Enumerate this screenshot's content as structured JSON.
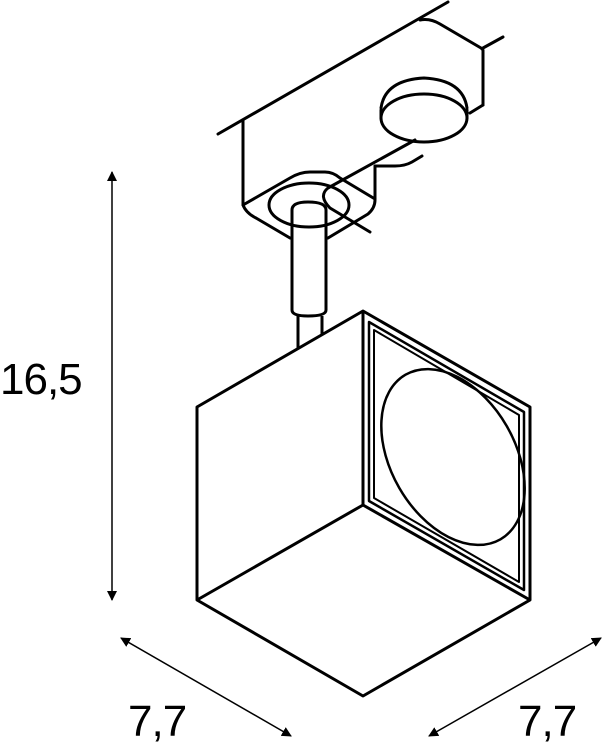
{
  "drawing": {
    "subject": "track spotlight with cube head",
    "line_color": "#000000",
    "background": "#ffffff"
  },
  "dimensions": {
    "height": {
      "label": "16,5"
    },
    "width_left": {
      "label": "7,7"
    },
    "width_right": {
      "label": "7,7"
    }
  }
}
